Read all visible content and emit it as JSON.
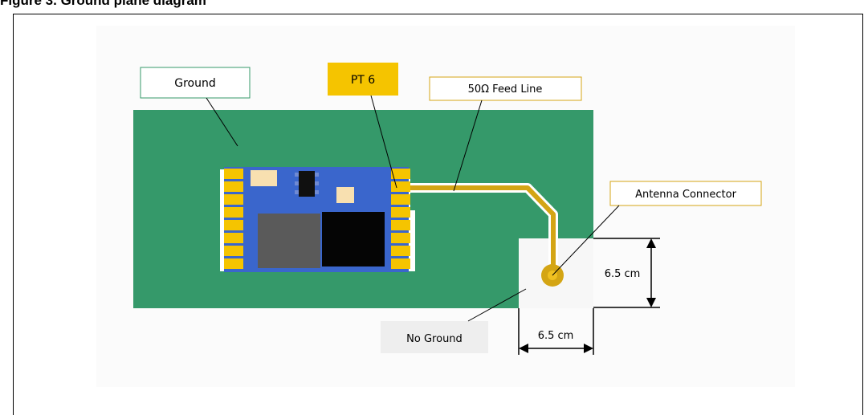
{
  "caption": "Figure 3. Ground plane diagram",
  "labels": {
    "ground": "Ground",
    "pt6": "PT 6",
    "feed_line": "50Ω Feed Line",
    "antenna_connector": "Antenna Connector",
    "no_ground": "No Ground",
    "dim_vertical": "6.5 cm",
    "dim_horizontal": "6.5 cm"
  },
  "colors": {
    "ground_plane": "#35996a",
    "module_board": "#3a66cc",
    "pads": "#f5c400",
    "feed_line": "#d4a514",
    "no_ground_area": "#f7f7f7"
  }
}
